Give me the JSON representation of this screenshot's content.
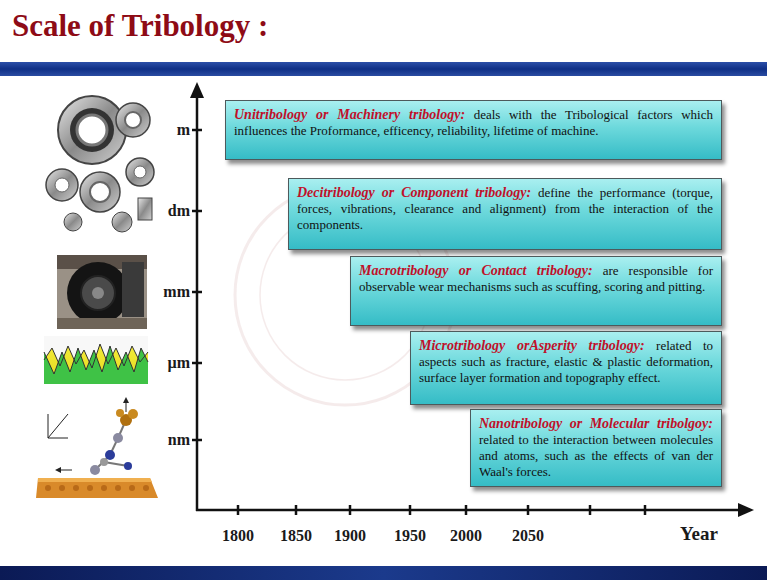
{
  "diagram": {
    "title": "Scale of Tribology :",
    "nodes": [
      {
        "text": [
          "Unitribology or Machinery tribology:",
          "deals with the Tribological factors which influences the Proformance, efficency, reliability, lifetime of machine."
        ]
      },
      {
        "text": [
          "Decitribology or Component tribology:",
          "define the performance (torque, forces, vibrations, clearance and alignment) from the interaction of the components."
        ]
      },
      {
        "text": [
          "Macrotribology or Contact tribology:",
          "are responsible for observable wear mechanisms such as scuffing, scoring and pitting."
        ]
      },
      {
        "text": [
          "Microtribology orAsperity tribology:",
          "related to aspects such as fracture, elastic & plastic deformation, surface layer formation and topography effect."
        ]
      },
      {
        "text": [
          "Nanotribology or Molecular tribolgoy:",
          "related to the interaction between molecules and atoms, such as the effects of van der Waal's forces."
        ]
      }
    ],
    "labels": [
      "m",
      "dm",
      "mm",
      "µm",
      "nm",
      "1800",
      "1850",
      "1900",
      "1950",
      "2000",
      "2050",
      "Year"
    ]
  }
}
